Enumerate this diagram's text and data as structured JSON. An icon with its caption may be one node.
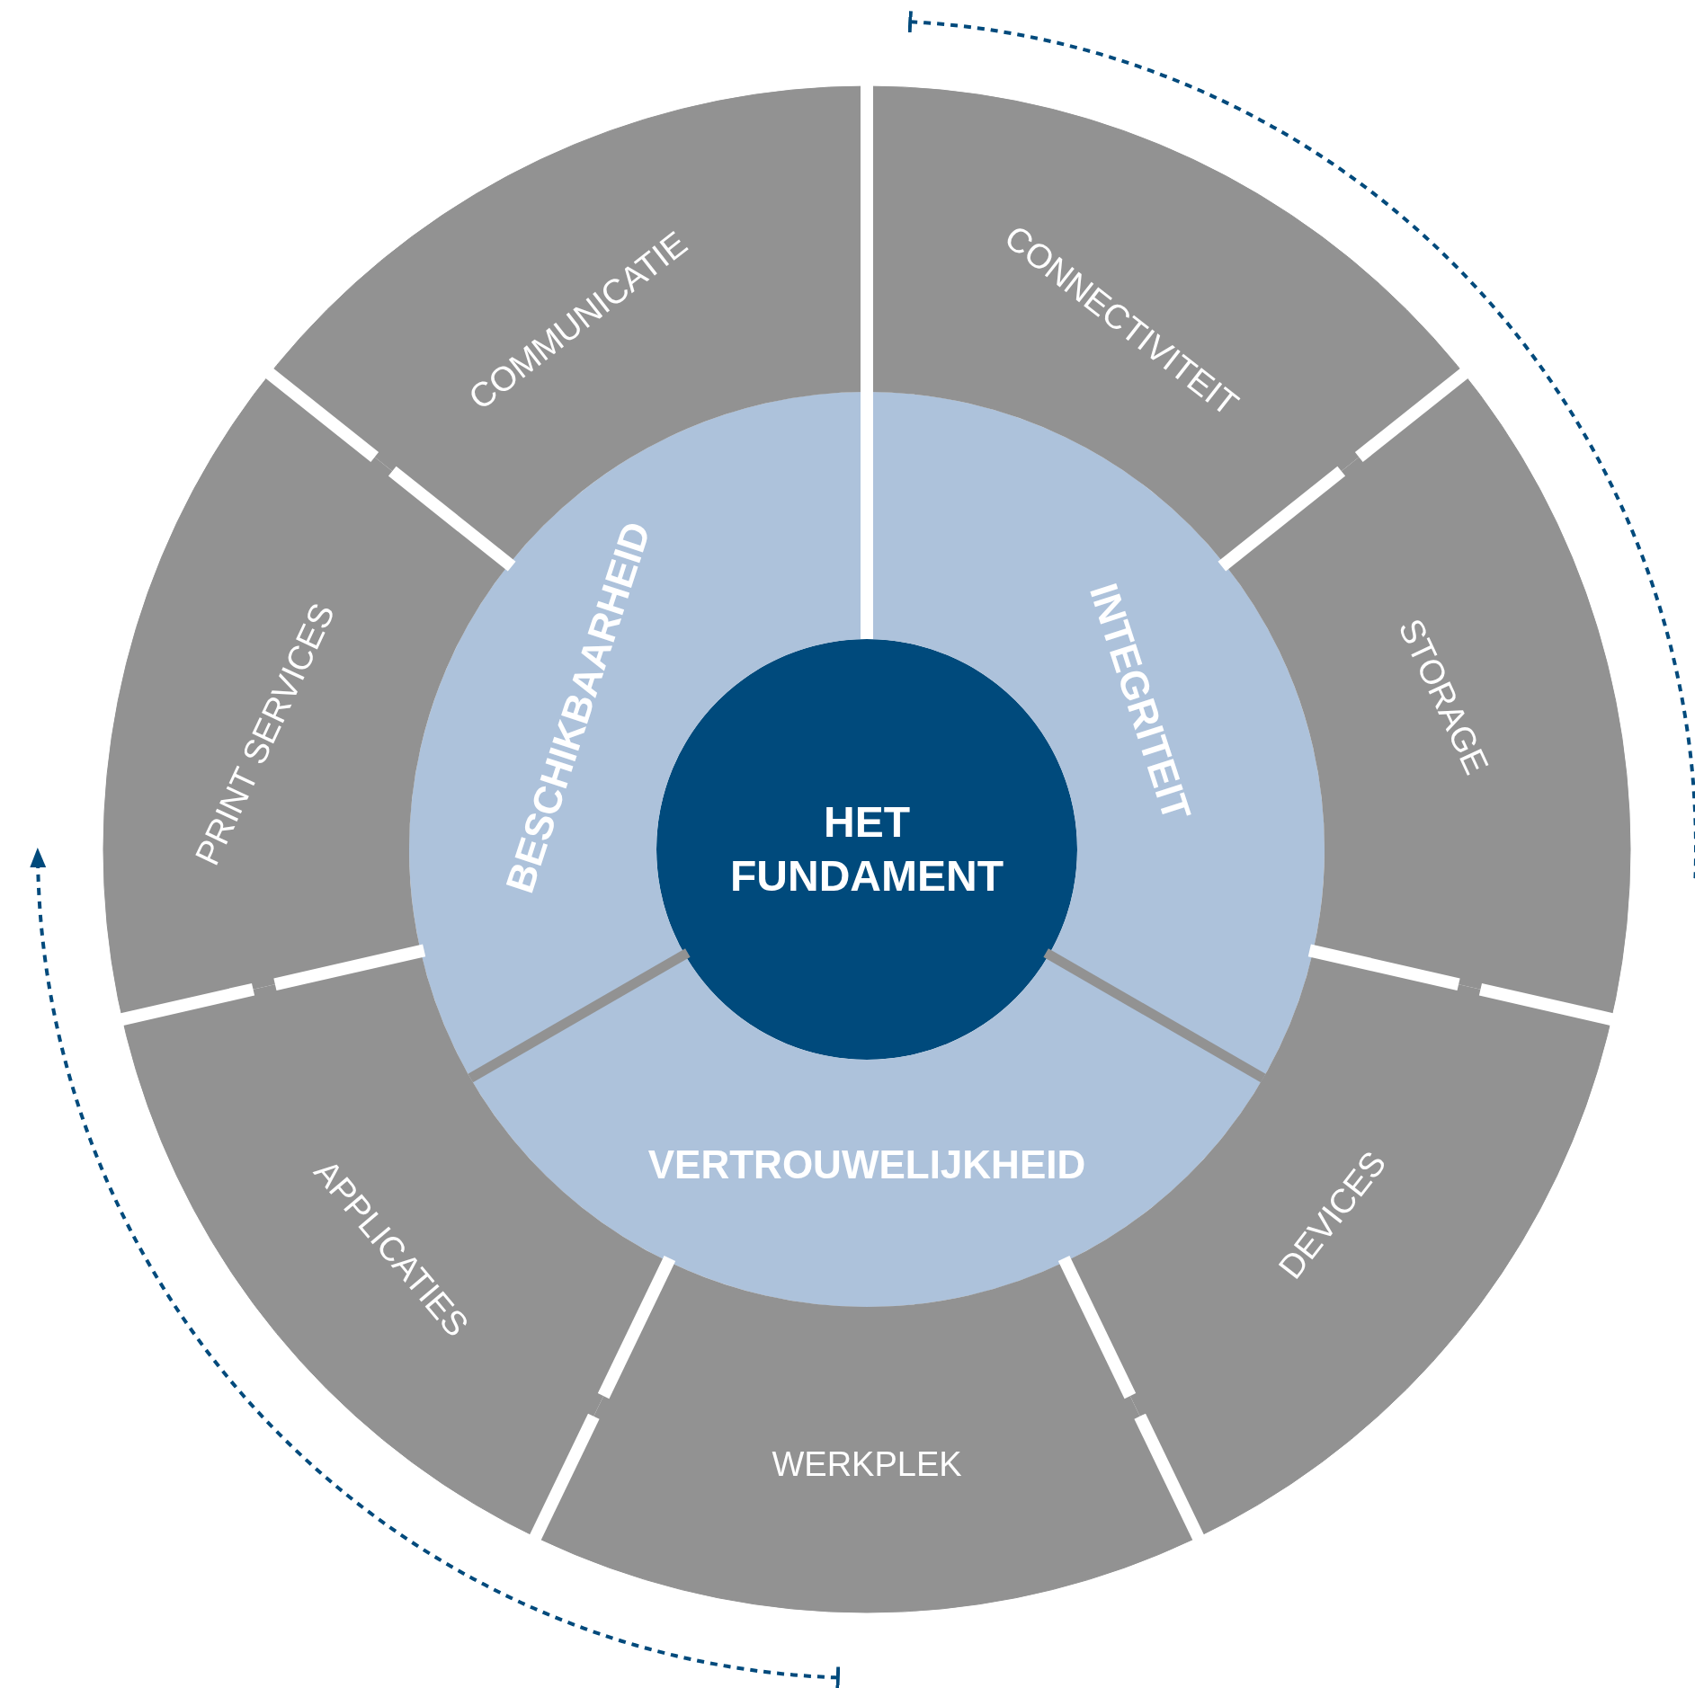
{
  "diagram": {
    "nodes": [
      {
        "text": [
          "HET FUNDAMENT"
        ]
      },
      {
        "text": [
          "BESCHIKBAARHEID"
        ]
      },
      {
        "text": [
          "INTEGRITEIT"
        ]
      },
      {
        "text": [
          "VERTROUWELIJKHEID"
        ]
      },
      {
        "text": [
          "COMMUNICATIE"
        ]
      },
      {
        "text": [
          "CONNECTIVITEIT"
        ]
      },
      {
        "text": [
          "PRINT SERVICES"
        ]
      },
      {
        "text": [
          "STORAGE"
        ]
      },
      {
        "text": [
          "APPLICATIES"
        ]
      },
      {
        "text": [
          "DEVICES"
        ]
      },
      {
        "text": [
          "WERKPLEK"
        ]
      }
    ]
  }
}
